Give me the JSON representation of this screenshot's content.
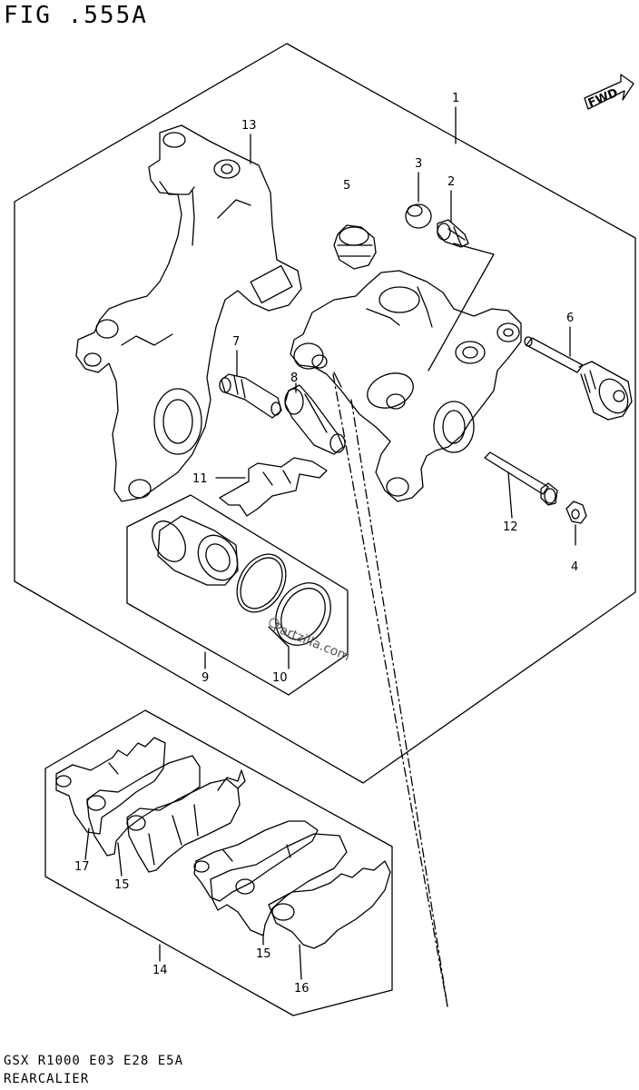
{
  "figure": {
    "title": "FIG .555A",
    "code": "GSX R1000 E03 E28 E5A",
    "name": "REARCALIER"
  },
  "orientation": {
    "label": "FWD"
  },
  "watermark": "Partzilla.com",
  "parts": [
    {
      "number": "1"
    },
    {
      "number": "2"
    },
    {
      "number": "3"
    },
    {
      "number": "4"
    },
    {
      "number": "5"
    },
    {
      "number": "6"
    },
    {
      "number": "7"
    },
    {
      "number": "8"
    },
    {
      "number": "9"
    },
    {
      "number": "10"
    },
    {
      "number": "11"
    },
    {
      "number": "12"
    },
    {
      "number": "13"
    },
    {
      "number": "14"
    },
    {
      "number": "15"
    },
    {
      "number": "15"
    },
    {
      "number": "16"
    },
    {
      "number": "17"
    }
  ]
}
